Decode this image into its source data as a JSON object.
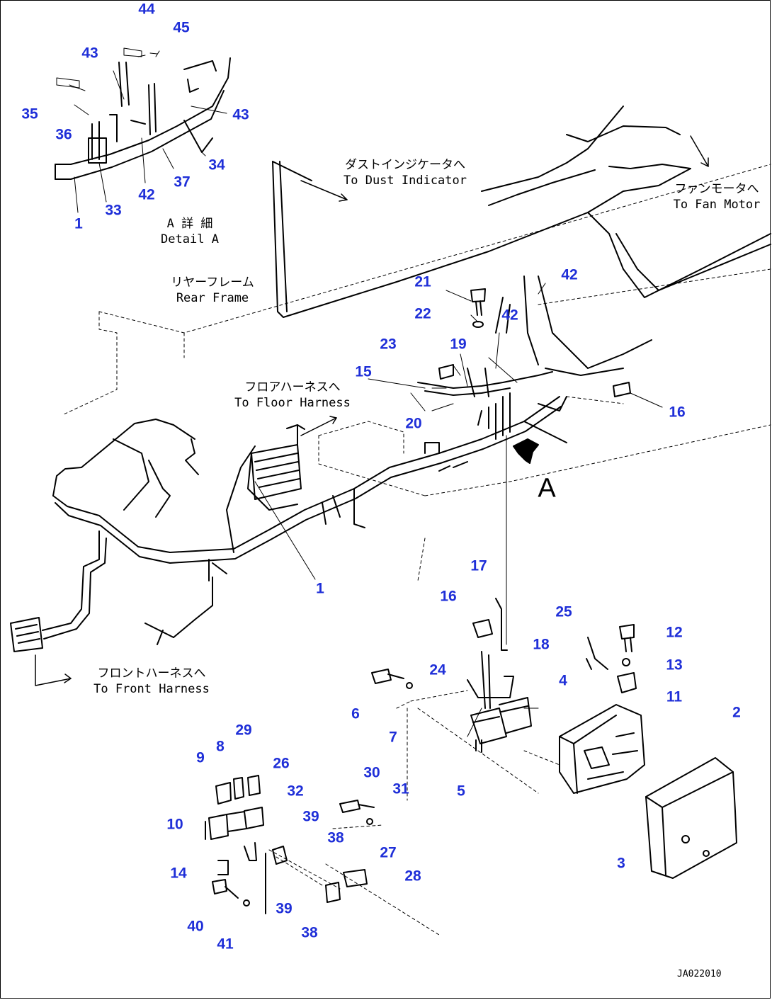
{
  "diagram": {
    "labels": {
      "dust_jp": "ダストインジケータへ",
      "dust_en": "To Dust Indicator",
      "fan_jp": "ファンモータへ",
      "fan_en": "To Fan Motor",
      "detail_jp": "A 詳 細",
      "detail_en": "Detail A",
      "rear_jp": "リヤーフレーム",
      "rear_en": "Rear Frame",
      "floor_jp": "フロアハーネスへ",
      "floor_en": "To Floor Harness",
      "front_jp": "フロントハーネスへ",
      "front_en": "To Front Harness",
      "view_a": "A",
      "doc_id": "JA022010"
    },
    "callouts": [
      {
        "id": "c44",
        "text": "44"
      },
      {
        "id": "c45",
        "text": "45"
      },
      {
        "id": "c43a",
        "text": "43"
      },
      {
        "id": "c35",
        "text": "35"
      },
      {
        "id": "c36",
        "text": "36"
      },
      {
        "id": "c43b",
        "text": "43"
      },
      {
        "id": "c34",
        "text": "34"
      },
      {
        "id": "c37",
        "text": "37"
      },
      {
        "id": "c42a",
        "text": "42"
      },
      {
        "id": "c33",
        "text": "33"
      },
      {
        "id": "c1a",
        "text": "1"
      },
      {
        "id": "c21",
        "text": "21"
      },
      {
        "id": "c42b",
        "text": "42"
      },
      {
        "id": "c22",
        "text": "22"
      },
      {
        "id": "c42c",
        "text": "42"
      },
      {
        "id": "c23",
        "text": "23"
      },
      {
        "id": "c19",
        "text": "19"
      },
      {
        "id": "c15",
        "text": "15"
      },
      {
        "id": "c16a",
        "text": "16"
      },
      {
        "id": "c20",
        "text": "20"
      },
      {
        "id": "c1b",
        "text": "1"
      },
      {
        "id": "c17",
        "text": "17"
      },
      {
        "id": "c16b",
        "text": "16"
      },
      {
        "id": "c25",
        "text": "25"
      },
      {
        "id": "c12",
        "text": "12"
      },
      {
        "id": "c18",
        "text": "18"
      },
      {
        "id": "c13",
        "text": "13"
      },
      {
        "id": "c24",
        "text": "24"
      },
      {
        "id": "c4",
        "text": "4"
      },
      {
        "id": "c11",
        "text": "11"
      },
      {
        "id": "c6",
        "text": "6"
      },
      {
        "id": "c7",
        "text": "7"
      },
      {
        "id": "c2",
        "text": "2"
      },
      {
        "id": "c29",
        "text": "29"
      },
      {
        "id": "c8",
        "text": "8"
      },
      {
        "id": "c9",
        "text": "9"
      },
      {
        "id": "c26",
        "text": "26"
      },
      {
        "id": "c5",
        "text": "5"
      },
      {
        "id": "c30",
        "text": "30"
      },
      {
        "id": "c32",
        "text": "32"
      },
      {
        "id": "c31",
        "text": "31"
      },
      {
        "id": "c10",
        "text": "10"
      },
      {
        "id": "c39a",
        "text": "39"
      },
      {
        "id": "c38a",
        "text": "38"
      },
      {
        "id": "c3",
        "text": "3"
      },
      {
        "id": "c27",
        "text": "27"
      },
      {
        "id": "c14",
        "text": "14"
      },
      {
        "id": "c28",
        "text": "28"
      },
      {
        "id": "c40",
        "text": "40"
      },
      {
        "id": "c39b",
        "text": "39"
      },
      {
        "id": "c41",
        "text": "41"
      },
      {
        "id": "c38b",
        "text": "38"
      }
    ]
  }
}
